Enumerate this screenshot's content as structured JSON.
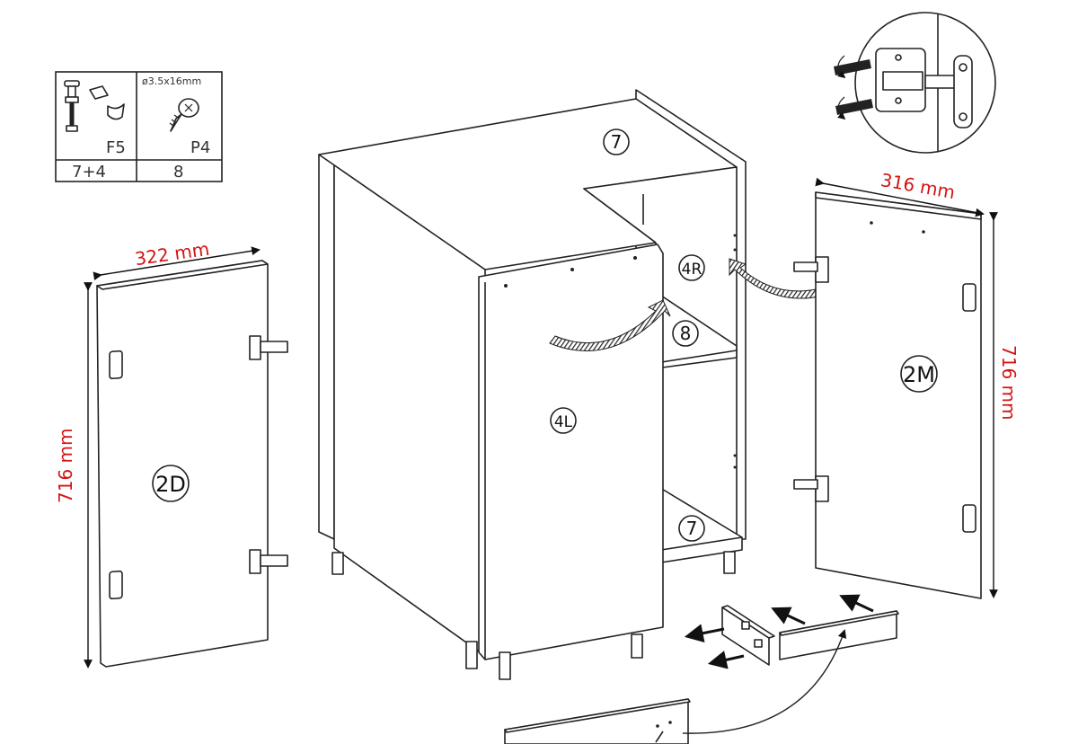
{
  "hardware_table": {
    "screw_spec": "ø3.5x16mm",
    "items": [
      {
        "code": "F5",
        "quantity": "7+4",
        "icon": "adjustable-leg-icon"
      },
      {
        "code": "P4",
        "quantity": "8",
        "icon": "screw-icon"
      }
    ]
  },
  "parts": {
    "top": "7",
    "bottom": "7",
    "shelf": "8",
    "side_left": "4L",
    "side_right": "4R",
    "door_left": "2D",
    "door_right": "2M"
  },
  "dimensions": {
    "door_left_width": "322 mm",
    "door_left_height": "716 mm",
    "door_right_width": "316 mm",
    "door_right_height": "716 mm"
  },
  "colors": {
    "dimension": "#d41414",
    "line": "#222222"
  }
}
